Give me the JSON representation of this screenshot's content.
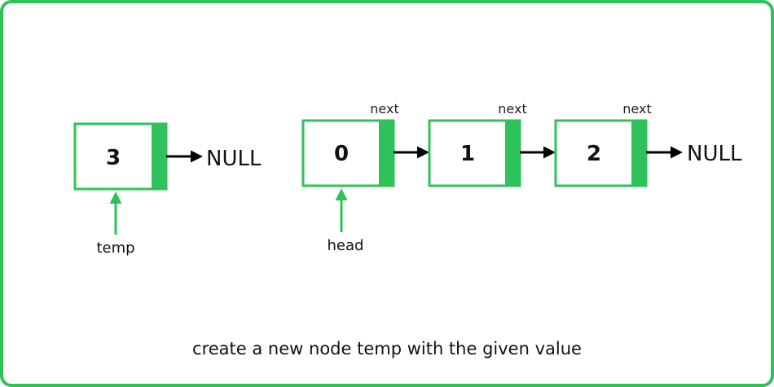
{
  "colors": {
    "accent": "#2fc25b",
    "arrow": "#000000",
    "text": "#111111"
  },
  "temp_node": {
    "value": "3",
    "null_label": "NULL",
    "pointer_label": "temp"
  },
  "list": {
    "nodes": [
      {
        "value": "0",
        "next_label": "next"
      },
      {
        "value": "1",
        "next_label": "next"
      },
      {
        "value": "2",
        "next_label": "next"
      }
    ],
    "null_label": "NULL",
    "head_label": "head"
  },
  "caption": "create a new node temp with the given value"
}
